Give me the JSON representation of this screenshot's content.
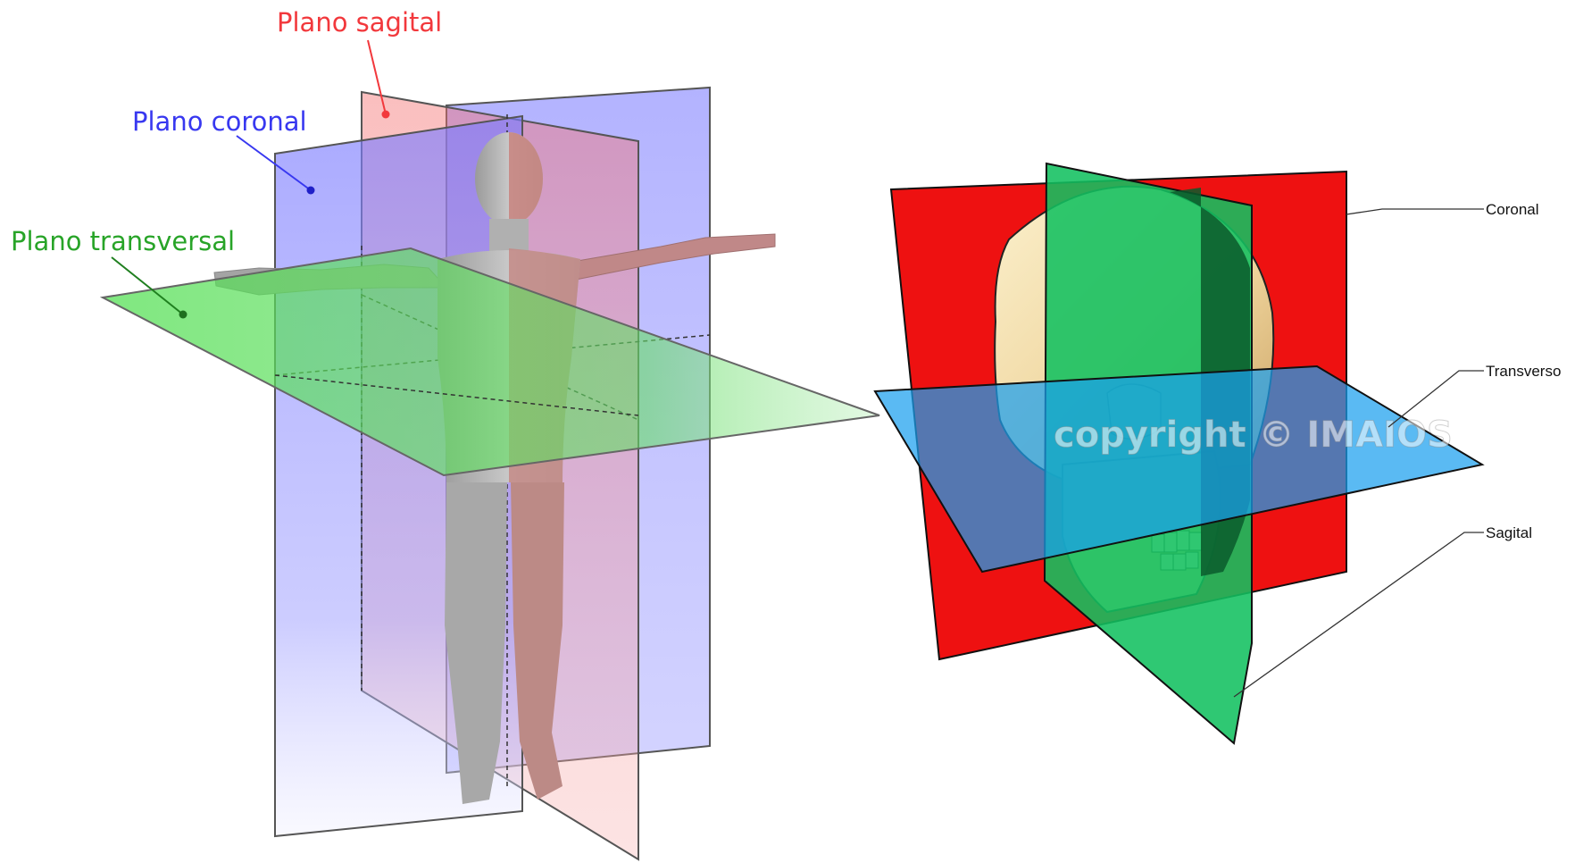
{
  "body_figure": {
    "labels": {
      "sagittal": "Plano sagital",
      "coronal": "Plano coronal",
      "transverse": "Plano transversal"
    },
    "colors": {
      "sagittal": "#f2383c",
      "coronal": "#3838f0",
      "transverse": "#28a428"
    }
  },
  "skull_figure": {
    "labels": {
      "coronal": "Coronal",
      "transverse": "Transverso",
      "sagittal": "Sagital"
    },
    "watermark": "copyright © IMAIOS",
    "colors": {
      "coronal": "#ee1111",
      "transverse": "#1aa0ee",
      "sagittal": "#12c060"
    }
  }
}
